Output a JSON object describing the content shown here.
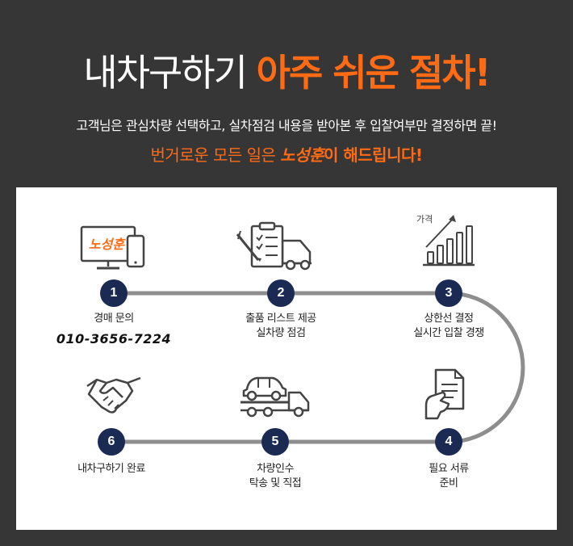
{
  "header": {
    "title_main": "내차구하기 ",
    "title_accent": "아주 쉬운 절차!",
    "subtitle": "고객님은 관심차량 선택하고, 실차점검 내용을 받아본 후 입찰여부만 결정하면 끝!",
    "subtitle2_pre": "번거로운 모든 일은 ",
    "subtitle2_brand": "노성훈",
    "subtitle2_post": "이 해드립니다!"
  },
  "brand_logo_text": "노성훈",
  "price_label": "가격",
  "steps": [
    {
      "number": "1",
      "line1": "경매 문의",
      "phone": "010-3656-7224"
    },
    {
      "number": "2",
      "line1": "출품 리스트 제공",
      "line2": "실차량 점검"
    },
    {
      "number": "3",
      "line1": "상한선 결정",
      "line2": "실시간 입찰 경쟁"
    },
    {
      "number": "4",
      "line1": "필요 서류",
      "line2": "준비"
    },
    {
      "number": "5",
      "line1": "차량인수",
      "line2": "탁송 및 직접"
    },
    {
      "number": "6",
      "line1": "내차구하기 완료"
    }
  ],
  "colors": {
    "accent": "#ff6a14",
    "navy": "#1b2a52",
    "track": "#8e8e8e",
    "background": "#363636"
  }
}
